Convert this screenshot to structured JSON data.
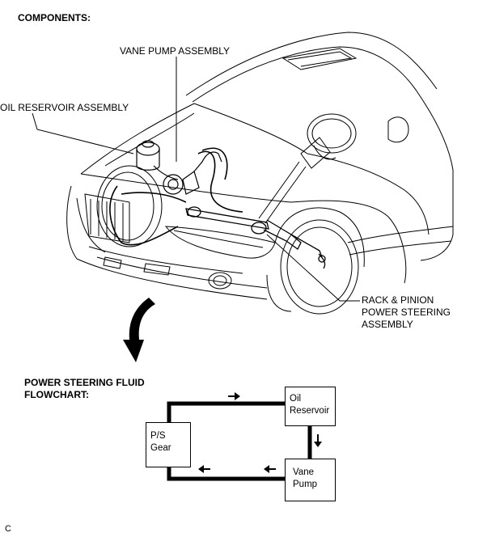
{
  "components_title": "COMPONENTS:",
  "labels": {
    "vane_pump": "VANE PUMP ASSEMBLY",
    "oil_reservoir": "OIL RESERVOIR ASSEMBLY",
    "rack_line1": "RACK & PINION",
    "rack_line2": "POWER STEERING",
    "rack_line3": "ASSEMBLY"
  },
  "flowchart": {
    "title_line1": "POWER STEERING FLUID",
    "title_line2": "FLOWCHART:",
    "oil_box_line1": "Oil",
    "oil_box_line2": "Reservoir",
    "gear_box_line1": "P/S",
    "gear_box_line2": "Gear",
    "vane_box_line1": "Vane",
    "vane_box_line2": "Pump"
  },
  "corner_mark": "C"
}
